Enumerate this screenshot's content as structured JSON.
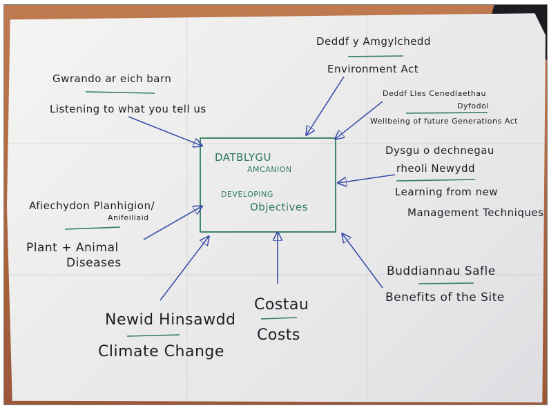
{
  "diagram": {
    "center_box": {
      "welsh_title": "DATBLYGU",
      "welsh_subtitle": "AMCANION",
      "english_title": "DEVELOPING",
      "english_subtitle": "Objectives"
    },
    "inputs": [
      {
        "welsh": "Gwrando ar eich barn",
        "english": "Listening to what you tell us"
      },
      {
        "welsh": "Deddf y Amgylchedd",
        "english": "Environment Act"
      },
      {
        "welsh": "Deddf Lles Cenedlaethau",
        "welsh_line2": "Dyfodol",
        "english": "Wellbeing of future Generations Act"
      },
      {
        "welsh": "Dysgu o dechnegau",
        "welsh_line2": "rheoli Newydd",
        "english": "Learning from new",
        "english_line2": "Management Techniques"
      },
      {
        "welsh": "Afiechydon Planhigion/",
        "welsh_line2": "Anifeiliaid",
        "english": "Plant + Animal",
        "english_line2": "Diseases"
      },
      {
        "welsh": "Newid Hinsawdd",
        "english": "Climate Change"
      },
      {
        "welsh": "Costau",
        "english": "Costs"
      },
      {
        "welsh": "Buddiannau Safle",
        "english": "Benefits of the Site"
      }
    ]
  },
  "colors": {
    "ink": "#1e1e24",
    "green_ink": "#2e7a5c",
    "arrow_blue": "#3a4fa8",
    "paper": "#ececec",
    "table": "#b3704a"
  }
}
